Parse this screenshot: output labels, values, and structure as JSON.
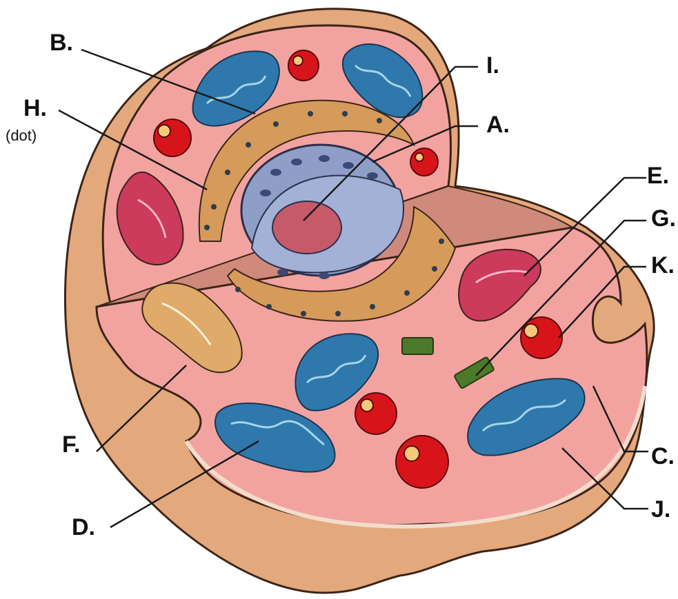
{
  "labels": {
    "A": "A.",
    "B": "B.",
    "C": "C.",
    "D": "D.",
    "E": "E.",
    "F": "F.",
    "G": "G.",
    "H": "H.",
    "I": "I.",
    "J": "J.",
    "K": "K."
  },
  "notes": {
    "H": "(dot)"
  },
  "colors": {
    "outer_shell": "#e3a87c",
    "cytoplasm": "#f2a3a0",
    "cut_face": "#cf8a7c",
    "membrane": "#f3dccb",
    "outline": "#3b2418",
    "mitochondria": "#2f78ab",
    "mito_cristae": "#a7d4ea",
    "er": "#d69a5a",
    "ribosome": "#2d3d4d",
    "nucleus": "#8e9ec7",
    "nucleus_inner": "#6f7fb0",
    "nucleolus": "#c75a68",
    "golgi": "#cc3a5c",
    "lysosome": "#d8141b",
    "centriole": "#4c7a2a",
    "leader_line": "#1a1a1a"
  }
}
